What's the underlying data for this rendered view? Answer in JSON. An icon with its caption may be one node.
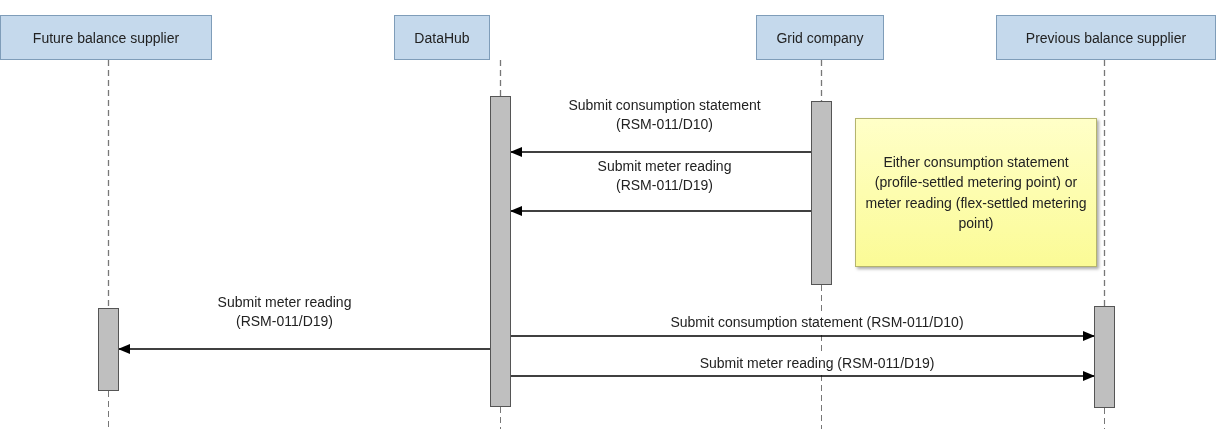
{
  "diagram": {
    "nodes": [
      {
        "text": [
          "Future balance supplier"
        ]
      },
      {
        "text": [
          "DataHub"
        ]
      },
      {
        "text": [
          "Grid company"
        ]
      },
      {
        "text": [
          "Previous balance supplier"
        ]
      },
      {
        "text": [],
        "shape": "bar"
      },
      {
        "text": [],
        "shape": "bar"
      },
      {
        "text": [],
        "shape": "bar"
      },
      {
        "text": [],
        "shape": "bar"
      },
      {
        "text": [
          "Either consumption statement (profile-settled metering point) or meter reading (flex-settled metering point)"
        ]
      }
    ],
    "edges": [
      {
        "from": 0,
        "to": 4,
        "arrow": "none",
        "style": "dashed",
        "color": "#777777"
      },
      {
        "from": 1,
        "to": 5,
        "arrow": "none",
        "style": "dashed",
        "color": "#777777"
      },
      {
        "from": 2,
        "to": 6,
        "arrow": "none",
        "style": "dashed",
        "color": "#777777"
      },
      {
        "from": 3,
        "to": 7,
        "arrow": "none",
        "style": "dashed",
        "color": "#777777"
      },
      {
        "from": 6,
        "to": 5,
        "arrow": "to",
        "label": "Submit consumption statement (RSM-011/D10)"
      },
      {
        "from": 6,
        "to": 5,
        "arrow": "to",
        "label": "Submit meter reading (RSM-011/D19)"
      },
      {
        "from": 5,
        "to": 4,
        "arrow": "to",
        "label": "Submit meter reading (RSM-011/D19)"
      },
      {
        "from": 5,
        "to": 7,
        "arrow": "to",
        "label": "Submit consumption statement (RSM-011/D10)"
      },
      {
        "from": 5,
        "to": 7,
        "arrow": "to",
        "label": "Submit meter reading  (RSM-011/D19)"
      }
    ]
  }
}
